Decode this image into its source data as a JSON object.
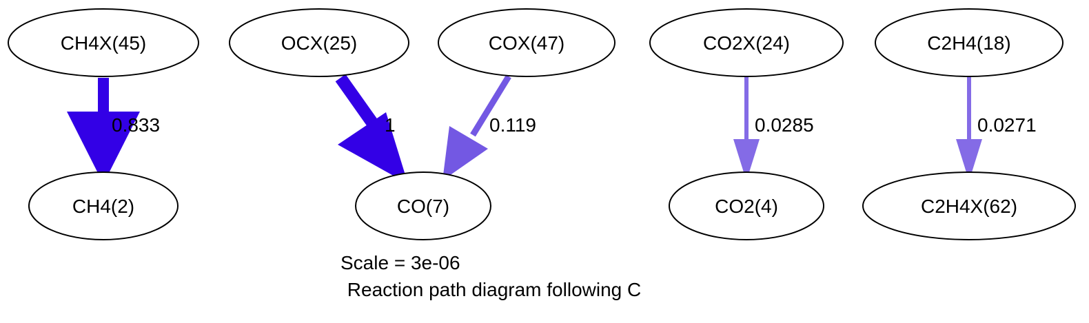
{
  "nodes": {
    "ch4x45": {
      "label": "CH4X(45)"
    },
    "ocx25": {
      "label": "OCX(25)"
    },
    "cox47": {
      "label": "COX(47)"
    },
    "co2x24": {
      "label": "CO2X(24)"
    },
    "c2h4_18": {
      "label": "C2H4(18)"
    },
    "ch4_2": {
      "label": "CH4(2)"
    },
    "co_7": {
      "label": "CO(7)"
    },
    "co2_4": {
      "label": "CO2(4)"
    },
    "c2h4x62": {
      "label": "C2H4X(62)"
    }
  },
  "edges": {
    "ch4x45_ch4": {
      "label": "0.833",
      "color": "#3300e6"
    },
    "ocx25_co": {
      "label": "1",
      "color": "#3300e6"
    },
    "cox47_co": {
      "label": "0.119",
      "color": "#7358e3"
    },
    "co2x24_co2": {
      "label": "0.0285",
      "color": "#846be6"
    },
    "c2h4_c2h4x": {
      "label": "0.0271",
      "color": "#846be6"
    }
  },
  "caption": {
    "scale": "Scale = 3e-06",
    "title": " Reaction path diagram following C"
  }
}
